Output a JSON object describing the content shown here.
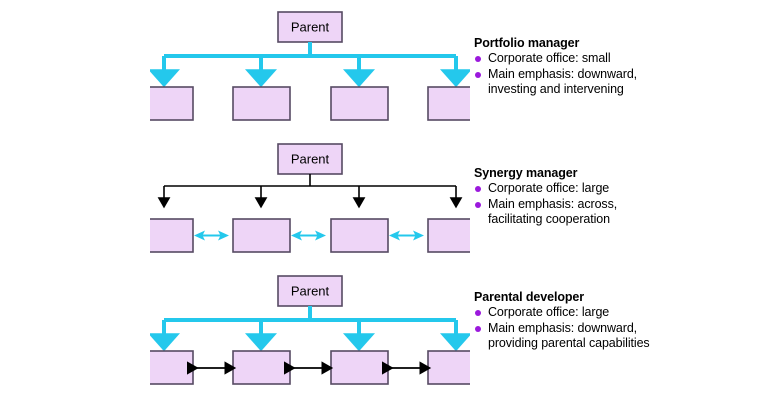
{
  "diagram": {
    "type": "corporate-parenting-styles",
    "parent_label": "Parent",
    "child_count": 4,
    "colors": {
      "box_fill": "#eed5f7",
      "box_border": "#564a63",
      "cyan_arrow": "#24c8ec",
      "black_arrow": "#000000",
      "bullet": "#9b19dd",
      "background": "#ffffff"
    },
    "rows": [
      {
        "id": "portfolio-manager",
        "tree_arrow_style": "thick-cyan",
        "tree_arrow_color": "#24c8ec",
        "lateral_arrows": "none",
        "lateral_arrow_color": "",
        "parent_label": "Parent",
        "legend": {
          "title": "Portfolio manager",
          "items": [
            {
              "line1": "Corporate office: small",
              "line2": ""
            },
            {
              "line1": "Main emphasis: downward,",
              "line2": "investing and intervening"
            }
          ]
        }
      },
      {
        "id": "synergy-manager",
        "tree_arrow_style": "thin-black",
        "tree_arrow_color": "#000000",
        "lateral_arrows": "thick-cyan-double",
        "lateral_arrow_color": "#24c8ec",
        "parent_label": "Parent",
        "legend": {
          "title": "Synergy manager",
          "items": [
            {
              "line1": "Corporate office: large",
              "line2": ""
            },
            {
              "line1": "Main emphasis: across,",
              "line2": "facilitating cooperation"
            }
          ]
        }
      },
      {
        "id": "parental-developer",
        "tree_arrow_style": "thick-cyan",
        "tree_arrow_color": "#24c8ec",
        "lateral_arrows": "thin-black-double",
        "lateral_arrow_color": "#000000",
        "parent_label": "Parent",
        "legend": {
          "title": "Parental developer",
          "items": [
            {
              "line1": "Corporate office: large",
              "line2": ""
            },
            {
              "line1": "Main emphasis: downward,",
              "line2": "providing parental capabilities"
            }
          ]
        }
      }
    ]
  }
}
